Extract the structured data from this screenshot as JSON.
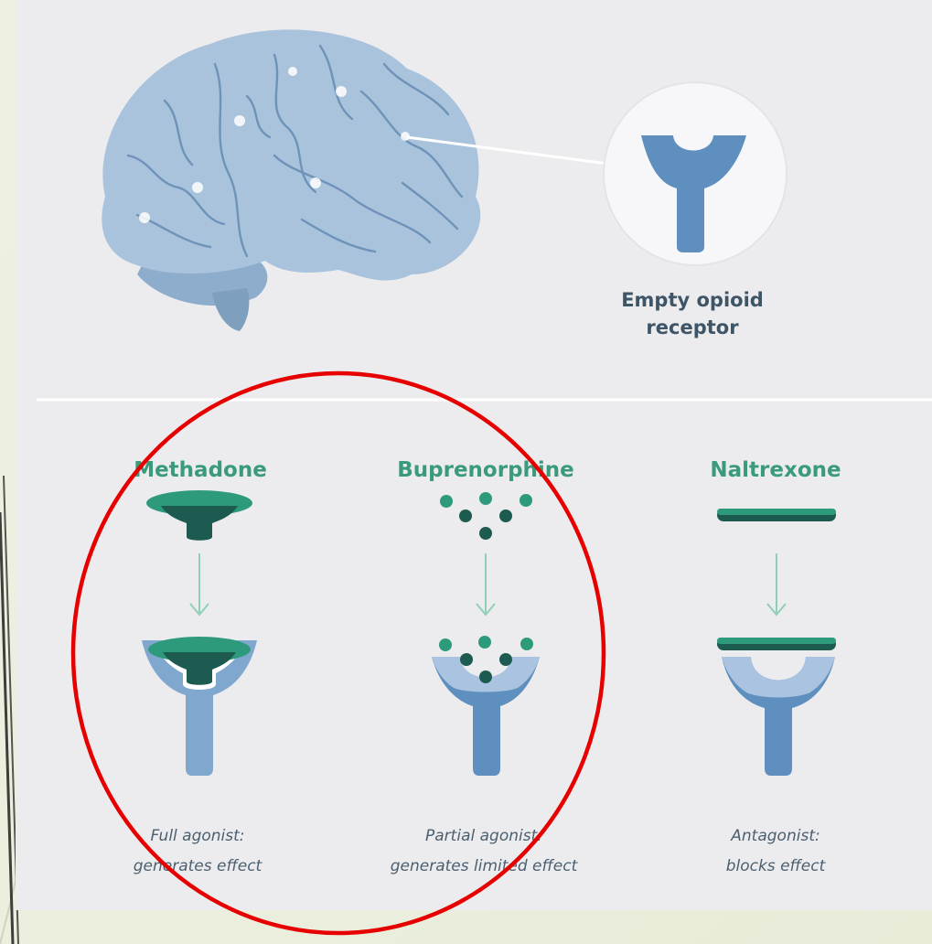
{
  "receptor_label": {
    "line1": "Empty opioid",
    "line2": "receptor"
  },
  "columns": [
    {
      "name": "Methadone",
      "caption_line1": "Full agonist:",
      "caption_line2": "generates effect"
    },
    {
      "name": "Buprenorphine",
      "caption_line1": "Partial agonist:",
      "caption_line2": "generates limited effect"
    },
    {
      "name": "Naltrexone",
      "caption_line1": "Antagonist:",
      "caption_line2": "blocks effect"
    }
  ],
  "colors": {
    "panel": "#ececef",
    "brain": "#a9c3dc",
    "receptor": "#5e8fbf",
    "receptor_light": "#a9c3e0",
    "drug_dark": "#1d5b50",
    "drug_teal": "#2d9a7c",
    "annotation": "#e60000"
  }
}
